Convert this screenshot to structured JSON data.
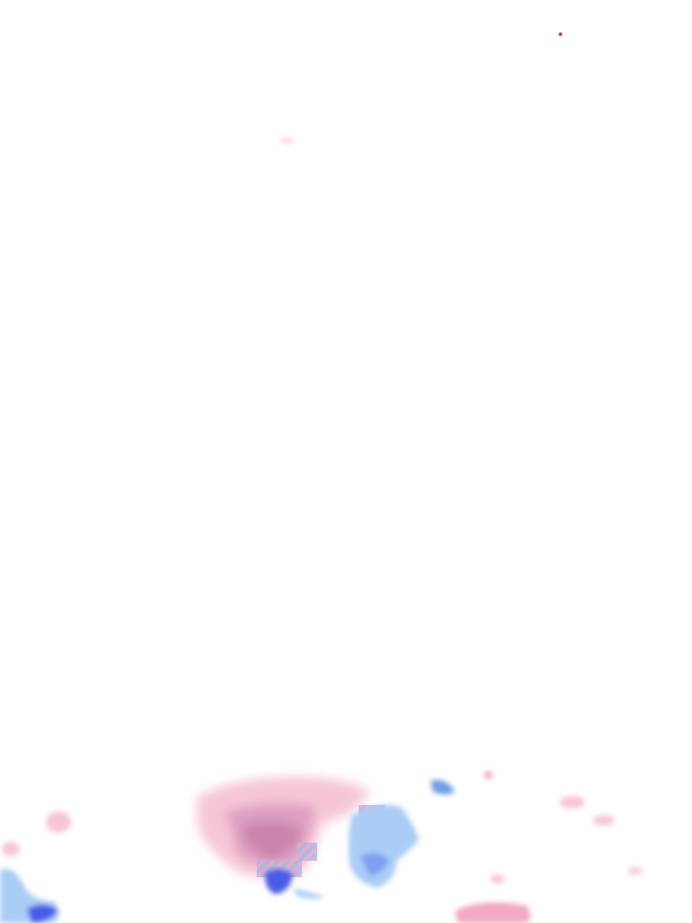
{
  "map": {
    "layer": "precipitation-radar",
    "colors": {
      "snow_light": "#f6c6d8",
      "snow_heavy": "#c77aa6",
      "rain_light": "#a9cdf5",
      "rain_heavy": "#4a5be8",
      "mix": "#f3a3c0",
      "background": "#ffffff"
    },
    "cells": [
      {
        "kind": "snow",
        "intensity": "moderate"
      },
      {
        "kind": "rain",
        "intensity": "light"
      },
      {
        "kind": "rain",
        "intensity": "heavy"
      },
      {
        "kind": "mix",
        "intensity": "moderate"
      }
    ]
  }
}
